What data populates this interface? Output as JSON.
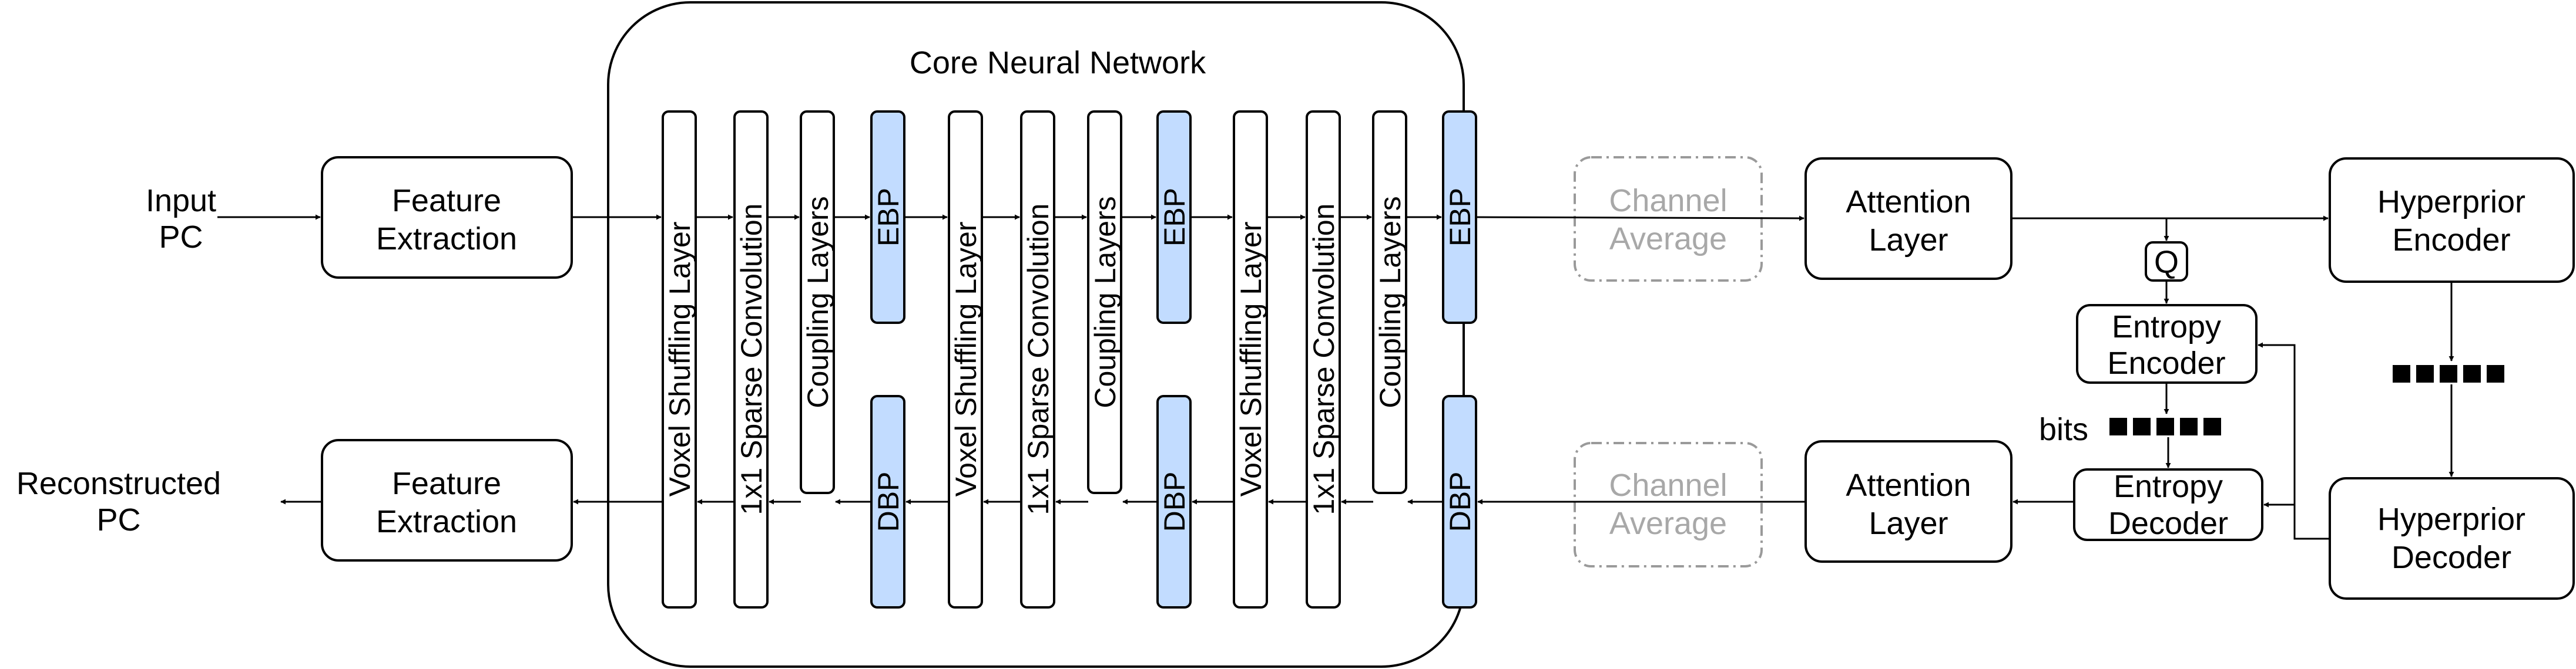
{
  "core_title": "Core Neural Network",
  "input_label": [
    "Input",
    "PC"
  ],
  "output_label": [
    "Reconstructed",
    "PC"
  ],
  "feature_extraction": [
    "Feature",
    "Extraction"
  ],
  "layers": {
    "voxel_shuffling": "Voxel Shuffling Layer",
    "sparse_conv": "1x1 Sparse Convolution",
    "coupling": "Coupling Layers",
    "ebp": "EBP",
    "dbp": "DBP"
  },
  "channel_average": [
    "Channel",
    "Average"
  ],
  "attention_layer": [
    "Attention",
    "Layer"
  ],
  "quantizer": "Q",
  "entropy_encoder": [
    "Entropy",
    "Encoder"
  ],
  "entropy_decoder": [
    "Entropy",
    "Decoder"
  ],
  "hyperprior_encoder": [
    "Hyperprior",
    "Encoder"
  ],
  "hyperprior_decoder": [
    "Hyperprior",
    "Decoder"
  ],
  "bits_label": "bits",
  "colors": {
    "bottleneck_fill": "#c2dcff",
    "dashed_stroke": "#9a9a9a",
    "dashed_text": "#a8a8a8"
  }
}
